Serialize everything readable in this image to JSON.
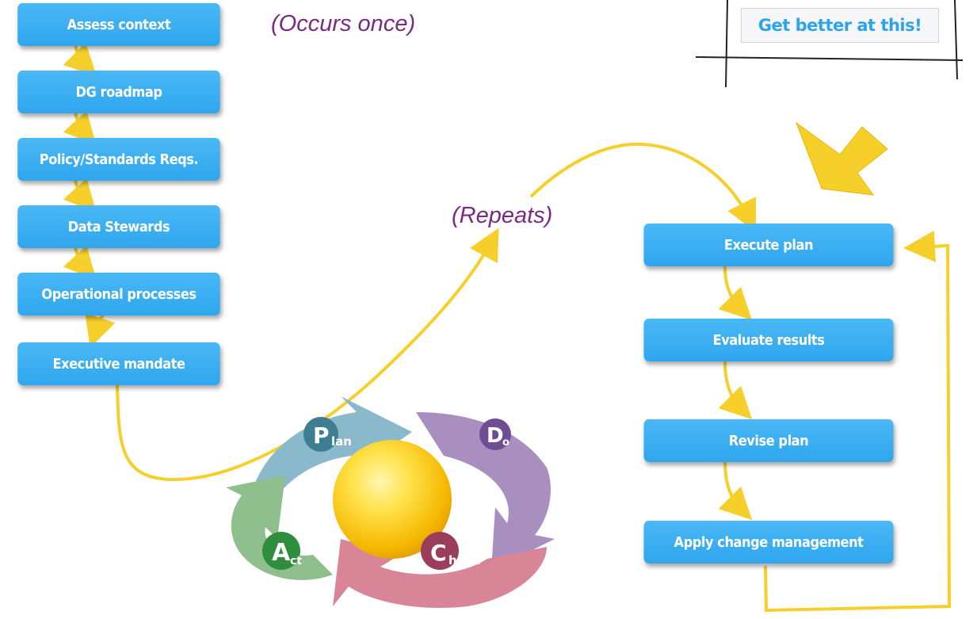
{
  "once_steps": [
    "Assess context",
    "DG roadmap",
    "Policy/Standards Reqs.",
    "Data Stewards",
    "Operational processes",
    "Executive mandate"
  ],
  "cycle_steps": [
    "Execute plan",
    "Evaluate results",
    "Revise plan",
    "Apply change management"
  ],
  "notes": {
    "once": "(Occurs once)",
    "repeats": "(Repeats)"
  },
  "sign_text": "Get better at this!",
  "pdca": {
    "plan": {
      "cap": "P",
      "rest": "lan"
    },
    "do": {
      "cap": "D",
      "rest": "o"
    },
    "check": {
      "cap": "C",
      "rest": "heck"
    },
    "act": {
      "cap": "A",
      "rest": "ct"
    }
  },
  "colors": {
    "box_blue": "#3aaef2",
    "connector_yellow": "#f7cf2a",
    "note_purple": "#7a2a82",
    "plan_arc": "#8ab9cc",
    "do_arc": "#a98fbf",
    "check_arc": "#d88598",
    "act_arc": "#8fbf8c",
    "sphere": "#f6c800"
  }
}
